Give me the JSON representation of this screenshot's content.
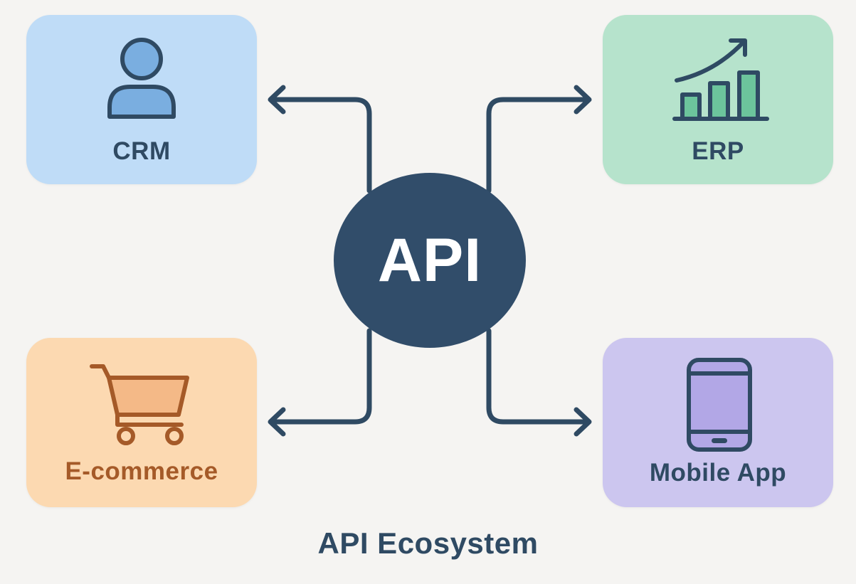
{
  "diagram": {
    "title": "API Ecosystem",
    "hub": {
      "label": "API",
      "color": "#314d6a"
    },
    "nodes": [
      {
        "id": "crm",
        "label": "CRM",
        "icon": "person-icon",
        "background": "#bfdcf7",
        "position": "top-left"
      },
      {
        "id": "erp",
        "label": "ERP",
        "icon": "growth-chart-icon",
        "background": "#b6e3cc",
        "position": "top-right"
      },
      {
        "id": "ecommerce",
        "label": "E-commerce",
        "icon": "shopping-cart-icon",
        "background": "#fcd9b1",
        "position": "bottom-left"
      },
      {
        "id": "mobile",
        "label": "Mobile App",
        "icon": "smartphone-icon",
        "background": "#ccc6ef",
        "position": "bottom-right"
      }
    ],
    "edges": [
      {
        "from": "API",
        "to": "CRM",
        "arrow": "to"
      },
      {
        "from": "API",
        "to": "ERP",
        "arrow": "to"
      },
      {
        "from": "API",
        "to": "E-commerce",
        "arrow": "to"
      },
      {
        "from": "API",
        "to": "Mobile App",
        "arrow": "to"
      }
    ],
    "line_color": "#2f4a63"
  }
}
